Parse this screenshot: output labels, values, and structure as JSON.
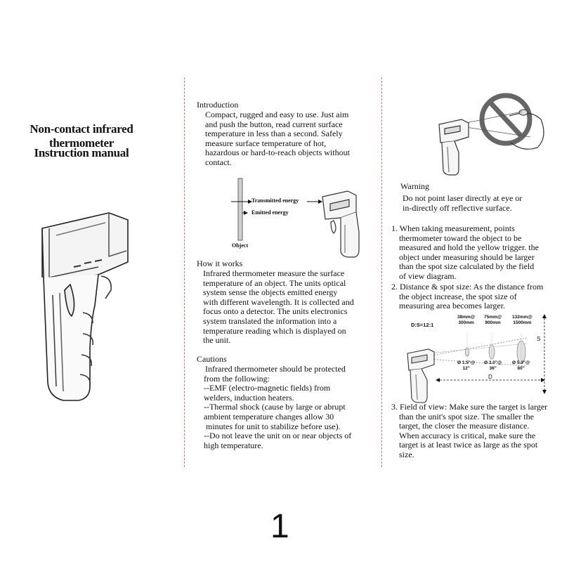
{
  "left": {
    "title_line1": "Non-contact infrared thermometer",
    "title_line2": "Instruction manual"
  },
  "middle": {
    "intro_heading": "Introduction",
    "intro_lines": [
      "Compact, rugged and easy to use. Just aim",
      "and push the button, read current surface",
      "temperature in less than a second. Safely",
      "measure surface temperature of hot,",
      "hazardous or hard-to-reach objects without",
      "contact."
    ],
    "figure": {
      "transmitted_label": "Transmitted energy",
      "emitted_label": "Emitted energy",
      "object_label": "Object"
    },
    "how_heading": "How it works",
    "how_lines": [
      "Infrared thermometer measure the surface",
      "temperature of an object. The units optical",
      "system sense the objects emitted energy",
      "with different wavelength. It is collected and",
      "focus onto a detector. The units electronics",
      "system translated the information into a",
      "temperature reading which is displayed on",
      "the unit."
    ],
    "cautions_heading": "Cautions",
    "cautions_lines": [
      "Infrared thermometer should be protected",
      "from the following:",
      "--EMF (electro-magnetic fields) from",
      "welders, induction heaters.",
      "--Thermal shock (cause by large or abrupt",
      "ambient temperature changes allow 30",
      " minutes for unit to stabilize before use).",
      "--Do not leave the unit on or near objects of",
      "high temperature."
    ]
  },
  "right": {
    "warning_heading": "Warning",
    "warning_lines": [
      "Do not point laser directly at eye or",
      "in-directly off reflective surface."
    ],
    "item1_lines": [
      "1. When taking  measurement, points",
      "thermometer toward the object to be",
      "measured and hold the yellow trigger. the",
      "object under measuring should be larger",
      "than the spot size calculated by the field",
      "of view diagram."
    ],
    "item2_lines": [
      "2. Distance & spot size: As the distance from",
      "the object increase, the spot size of",
      "measuring area becomes larger."
    ],
    "spot_diagram": {
      "ratio": "D:S=12:1",
      "top_labels": [
        [
          "38mm@",
          "300mm"
        ],
        [
          "75mm@",
          "900mm"
        ],
        [
          "132mm@",
          "1500mm"
        ]
      ],
      "bottom_labels": [
        [
          "Ø 1.5\"@",
          "12\""
        ],
        [
          "Ø 3.0\"@",
          "36\""
        ],
        [
          "Ø 5.3\"@",
          "60\""
        ]
      ],
      "d_label": "D",
      "s_label": "S"
    },
    "item3_lines": [
      "3. Field of view: Make sure the target is larger",
      "than the unit's spot size. The smaller the",
      "target, the closer the measure distance.",
      "When accuracy is critical, make sure the",
      "target is at least twice as large as the spot",
      "size."
    ]
  },
  "page_number": "1"
}
